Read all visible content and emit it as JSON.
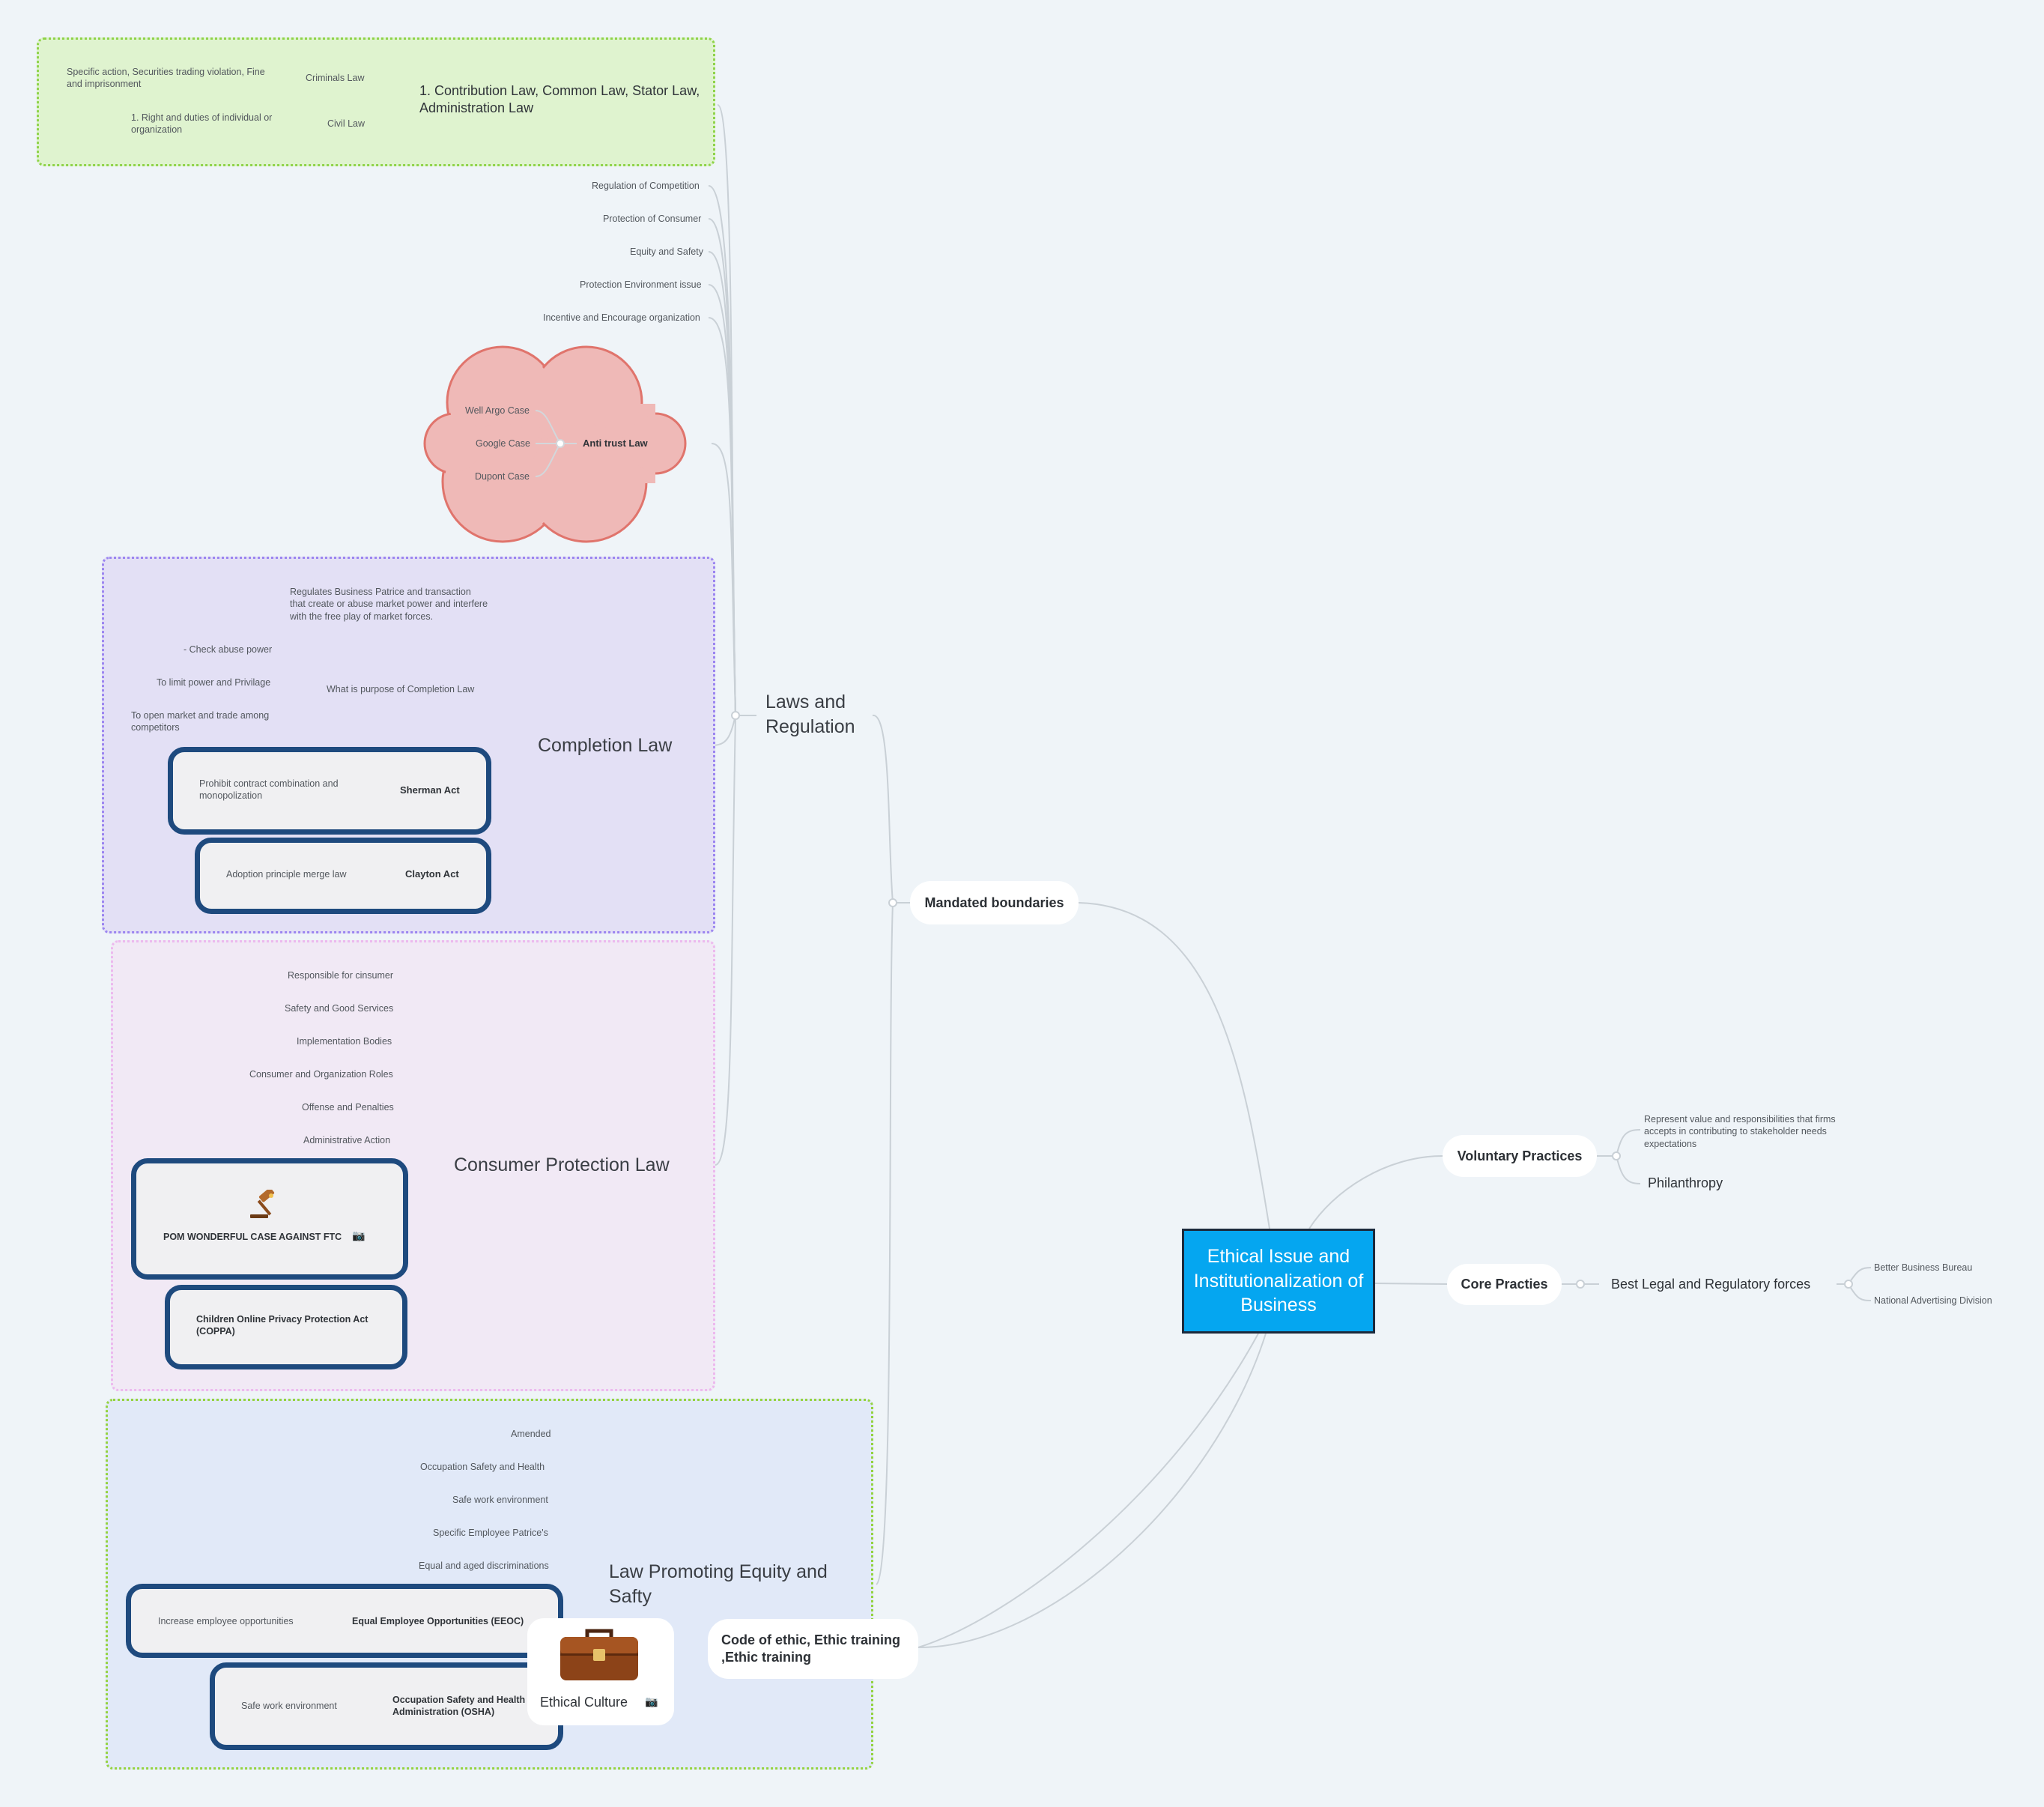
{
  "root": "Ethical Issue and Institutionalization of Business",
  "mandated": {
    "label": "Mandated boundaries",
    "laws": {
      "label": "Laws and Regulation",
      "contribution": {
        "label": "1. Contribution Law, Common Law, Stator Law, Administration Law",
        "criminal": {
          "label": "Criminals Law",
          "detail": "Specific action, Securities trading violation, Fine and  imprisonment"
        },
        "civil": {
          "label": "Civil Law",
          "detail": "1. Right and duties of individual or organization"
        }
      },
      "items": [
        "Regulation of Competition",
        "Protection of Consumer",
        "Equity and Safety",
        "Protection Environment issue",
        "Incentive and Encourage organization"
      ],
      "antitrust": {
        "label": "Anti trust Law",
        "cases": [
          "Well Argo Case",
          "Google Case",
          "Dupont Case"
        ]
      },
      "completion": {
        "label": "Completion Law",
        "definition": "Regulates Business Patrice and transaction that create or abuse market power and interfere with the free play of market forces.",
        "purpose": {
          "label": "What is purpose of Completion Law",
          "items": [
            "- Check abuse power",
            "To limit power and Privilage",
            "To open market and trade among competitors"
          ]
        },
        "sherman": {
          "label": "Sherman Act",
          "detail": "Prohibit contract combination and monopolization"
        },
        "clayton": {
          "label": "Clayton Act",
          "detail": "Adoption principle merge law"
        }
      },
      "consumer": {
        "label": "Consumer Protection Law",
        "items": [
          "Responsible for cinsumer",
          "Safety and Good Services",
          "Implementation Bodies",
          "Consumer and Organization Roles",
          "Offense and Penalties",
          "Administrative Action"
        ],
        "pom": "POM WONDERFUL CASE AGAINST FTC",
        "coppa": "Children Online Privacy Protection Act (COPPA)"
      },
      "equity": {
        "label": "Law Promoting Equity and Safty",
        "items": [
          "Amended",
          "Occupation Safety and Health",
          "Safe work environment",
          "Specific Employee Patrice's",
          "Equal and aged discriminations"
        ],
        "eeoc": {
          "label": "Equal Employee Opportunities (EEOC)",
          "detail": "Increase employee opportunities"
        },
        "osha": {
          "label": "Occupation Safety and Health Administration (OSHA)",
          "detail": "Safe work environment"
        }
      }
    }
  },
  "voluntary": {
    "label": "Voluntary Practices",
    "items": [
      "Represent value and responsibilities that firms accepts in contributing to stakeholder needs expectations",
      "Philanthropy"
    ]
  },
  "core": {
    "label": "Core Practies",
    "forces": {
      "label": "Best Legal and Regulatory forces",
      "items": [
        "Better Business Bureau",
        "National Advertising Division"
      ]
    }
  },
  "code": {
    "label": "Code of ethic, Ethic training ,Ethic training"
  },
  "culture": {
    "label": "Ethical Culture"
  },
  "icons": {
    "gavel": "gavel-icon",
    "briefcase": "briefcase-icon",
    "image": "image-icon"
  },
  "colors": {
    "root": "#05a6f0",
    "frame": "#1e4a7e",
    "cloud": "#efb9b7"
  }
}
